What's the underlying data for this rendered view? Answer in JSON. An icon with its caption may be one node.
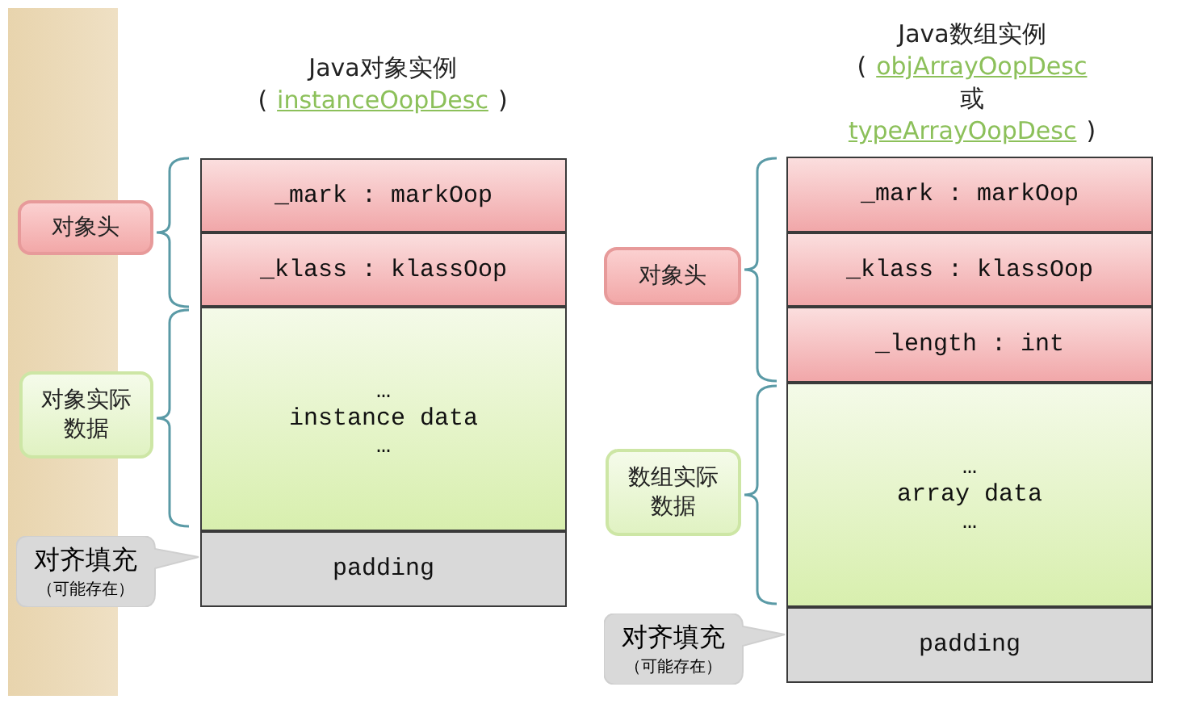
{
  "diagram": {
    "nodes": [
      {
        "text": [
          "_mark : markOop"
        ]
      },
      {
        "text": [
          "_klass : klassOop"
        ]
      },
      {
        "text": [
          "…",
          "instance data",
          "…"
        ]
      },
      {
        "text": [
          "padding"
        ]
      },
      {
        "text": [
          "对象头"
        ]
      },
      {
        "text": [
          "对象实际数据"
        ]
      },
      {
        "text": [
          "对齐填充",
          "（可能存在）"
        ]
      },
      {
        "text": [
          "_mark : markOop"
        ]
      },
      {
        "text": [
          "_klass : klassOop"
        ]
      },
      {
        "text": [
          "_length : int"
        ]
      },
      {
        "text": [
          "…",
          "array data",
          "…"
        ]
      },
      {
        "text": [
          "padding"
        ]
      },
      {
        "text": [
          "对象头"
        ]
      },
      {
        "text": [
          "数组实际数据"
        ]
      },
      {
        "text": [
          "对齐填充",
          "（可能存在）"
        ]
      }
    ],
    "labels": [
      "Java对象实例",
      "(",
      "instanceOopDesc",
      ")",
      "Java数组实例",
      "(",
      "objArrayOopDesc",
      "或",
      "typeArrayOopDesc",
      ")"
    ]
  }
}
